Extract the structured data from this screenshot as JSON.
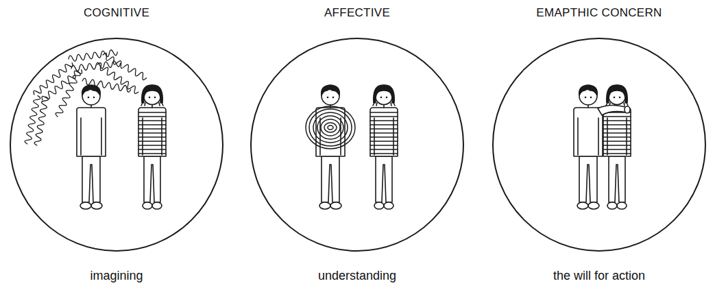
{
  "diagram": {
    "nodes": [
      {
        "text": [
          "COGNITIVE",
          "imagining"
        ]
      },
      {
        "text": [
          "AFFECTIVE",
          "understanding"
        ]
      },
      {
        "text": [
          "EMAPTHIC CONCERN",
          "the will for action"
        ]
      }
    ]
  }
}
